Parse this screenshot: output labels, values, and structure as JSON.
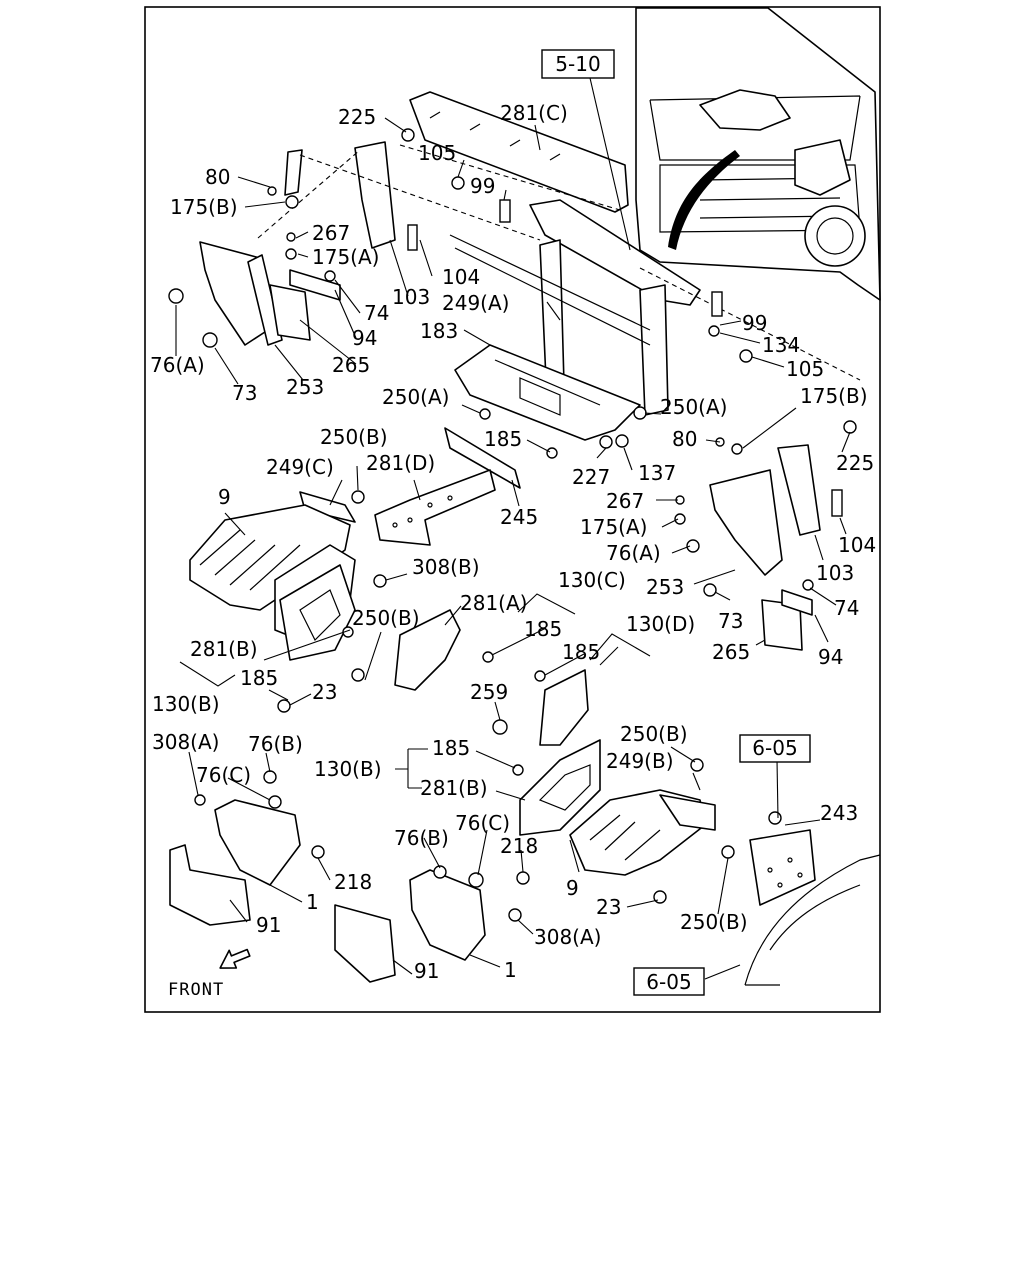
{
  "references": {
    "r510": "5-10",
    "r605_right": "6-05",
    "r605_bottom": "6-05"
  },
  "front_marker": "FRONT",
  "labels": {
    "l225a": "225",
    "l281c": "281(C)",
    "l105a": "105",
    "l80a": "80",
    "l99a": "99",
    "l175ba": "175(B)",
    "l267a": "267",
    "l175aa": "175(A)",
    "l104a": "104",
    "l74a": "74",
    "l103a": "103",
    "l249a": "249(A)",
    "l94a": "94",
    "l76aa": "76(A)",
    "l265a": "265",
    "l73a": "73",
    "l253a": "253",
    "l99b": "99",
    "l183": "183",
    "l134": "134",
    "l105b": "105",
    "l250aa": "250(A)",
    "l175bb": "175(B)",
    "l250ab": "250(A)",
    "l185a": "185",
    "l80b": "80",
    "l225b": "225",
    "l137": "137",
    "l227": "227",
    "l250ba": "250(B)",
    "l249c": "249(C)",
    "l281d": "281(D)",
    "l267b": "267",
    "l245": "245",
    "l175ab": "175(A)",
    "l104b": "104",
    "l9a": "9",
    "l76ab": "76(A)",
    "l103b": "103",
    "l308ba": "308(B)",
    "l253b": "253",
    "l130c": "130(C)",
    "l73b": "73",
    "l74b": "74",
    "l281a": "281(A)",
    "l250bb": "250(B)",
    "l185b": "185",
    "l130d": "130(D)",
    "l94b": "94",
    "l281ba": "281(B)",
    "l185c": "185",
    "l265b": "265",
    "l185d": "185",
    "l23a": "23",
    "l130ba": "130(B)",
    "l259": "259",
    "l308aa": "308(A)",
    "l76ba": "76(B)",
    "l250bc": "250(B)",
    "l185e": "185",
    "l76ca": "76(C)",
    "l130bb": "130(B)",
    "l249b": "249(B)",
    "l281bb": "281(B)",
    "l243": "243",
    "l76bb": "76(B)",
    "l76cb": "76(C)",
    "l218a": "218",
    "l218b": "218",
    "l1a": "1",
    "l9b": "9",
    "l91a": "91",
    "l23b": "23",
    "l308ab": "308(A)",
    "l250bd": "250(B)",
    "l91b": "91",
    "l1b": "1"
  }
}
